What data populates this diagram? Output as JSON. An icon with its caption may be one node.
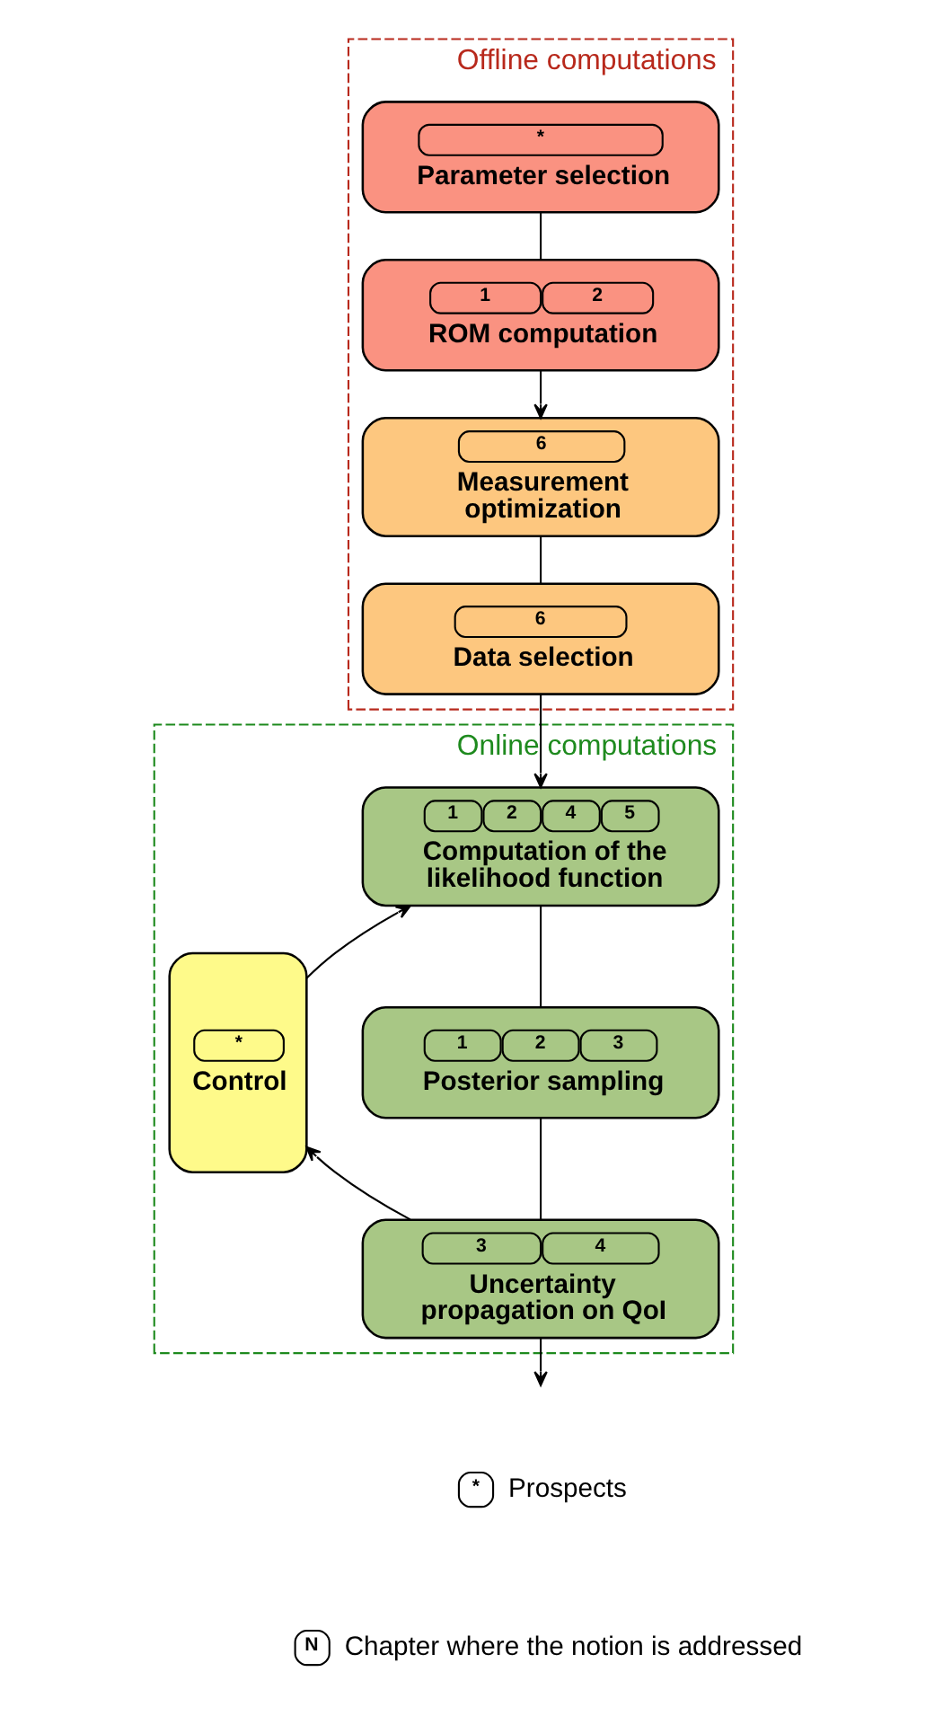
{
  "diagram": {
    "nodes": [
      {
        "text": [
          "Offline computations"
        ]
      },
      {
        "text": [
          "*",
          "Parameter selection"
        ],
        "in": 0
      },
      {
        "text": [
          "1",
          "2",
          "ROM computation"
        ],
        "in": 0
      },
      {
        "text": [
          "6",
          "Measurement optimization"
        ],
        "in": 0
      },
      {
        "text": [
          "6",
          "Data selection"
        ],
        "in": 0
      },
      {
        "text": [
          "Online computations"
        ]
      },
      {
        "text": [
          "1",
          "2",
          "4",
          "5",
          "Computation of the likelihood function"
        ],
        "in": 5
      },
      {
        "text": [
          "1",
          "2",
          "3",
          "Posterior sampling"
        ],
        "in": 5
      },
      {
        "text": [
          "3",
          "4",
          "Uncertainty propagation on QoI"
        ],
        "in": 5
      },
      {
        "text": [
          "*",
          "Control"
        ],
        "in": 5
      }
    ],
    "edges": [
      {
        "from": 1,
        "to": 2,
        "arrow": "none"
      },
      {
        "from": 2,
        "to": 3,
        "arrow": "to"
      },
      {
        "from": 3,
        "to": 4,
        "arrow": "none"
      },
      {
        "from": 4,
        "to": 6,
        "arrow": "to"
      },
      {
        "from": 6,
        "to": 7,
        "arrow": "none"
      },
      {
        "from": 7,
        "to": 8,
        "arrow": "none"
      },
      {
        "from": 8,
        "to": 9,
        "arrow": "to"
      },
      {
        "from": 9,
        "to": 6,
        "arrow": "to"
      },
      {
        "from": 8,
        "to": null,
        "arrow": "to"
      }
    ],
    "labels": [
      "*",
      "N"
    ],
    "legend": [
      {
        "text": "Prospects"
      },
      {
        "text": "Chapter where the notion is addressed"
      }
    ]
  }
}
